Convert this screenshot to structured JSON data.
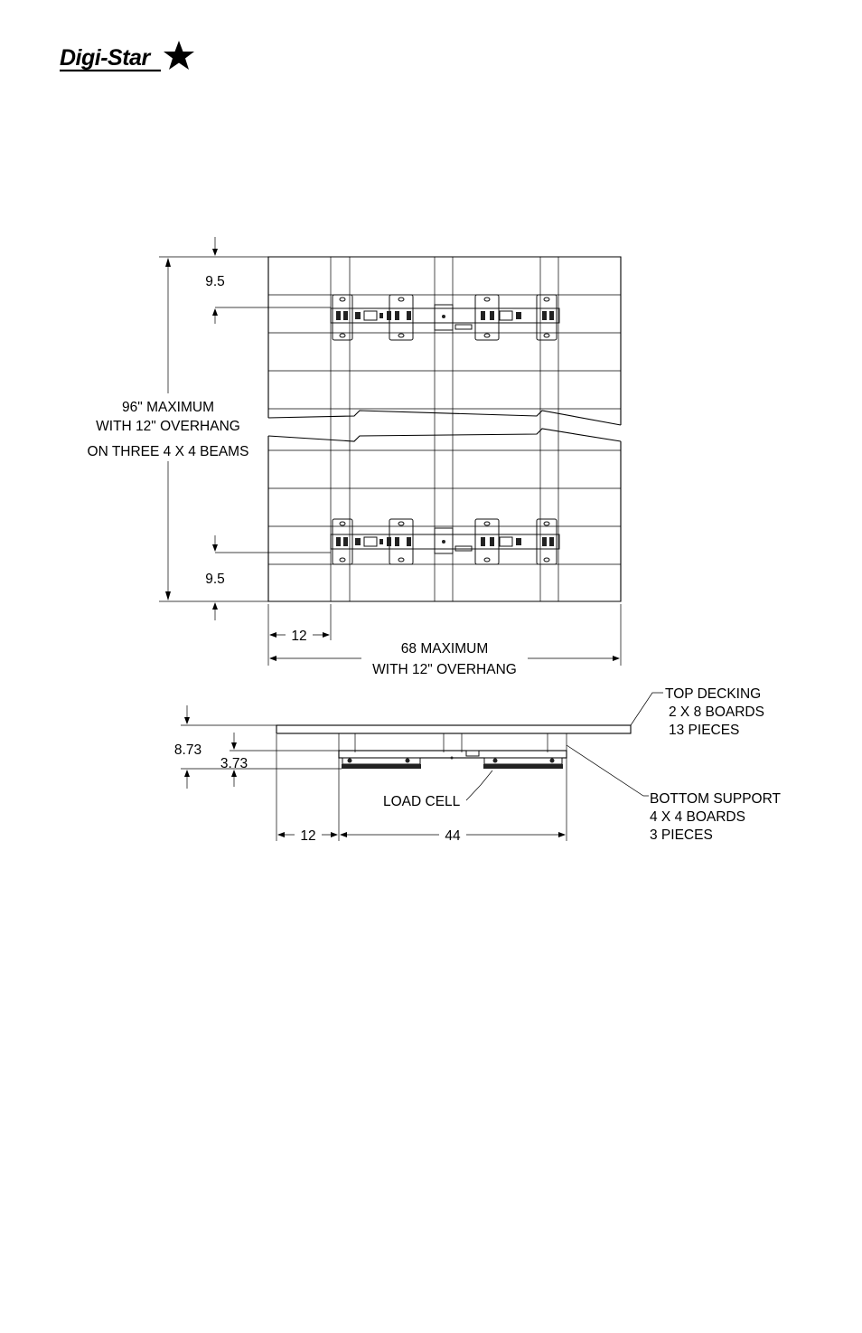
{
  "logo": {
    "text": "Digi-Star"
  },
  "plan_view": {
    "overall_length": "96\" MAXIMUM",
    "overall_length_line2": "WITH 12\" OVERHANG",
    "overall_length_line3": "ON THREE 4 X 4 BEAMS",
    "top_offset": "9.5",
    "bottom_offset": "9.5",
    "left_overhang": "12",
    "width_line1": "68 MAXIMUM",
    "width_line2": "WITH 12\" OVERHANG"
  },
  "side_view": {
    "total_height": "8.73",
    "cell_height": "3.73",
    "left_overhang": "12",
    "span": "44",
    "load_cell_label": "LOAD CELL",
    "top_decking": [
      "TOP DECKING",
      "2 X 8 BOARDS",
      "13 PIECES"
    ],
    "bottom_support": [
      "BOTTOM SUPPORT",
      "4 X 4 BOARDS",
      "3 PIECES"
    ]
  }
}
